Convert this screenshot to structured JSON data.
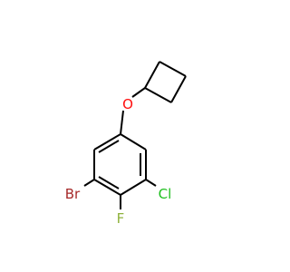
{
  "molecule": {
    "atoms": {
      "oxygen": {
        "label": "O",
        "color": "#ff0d0d"
      },
      "bromine": {
        "label": "Br",
        "color": "#a62929"
      },
      "chlorine": {
        "label": "Cl",
        "color": "#1fbf1f"
      },
      "fluorine": {
        "label": "F",
        "color": "#8fb23c"
      }
    }
  }
}
